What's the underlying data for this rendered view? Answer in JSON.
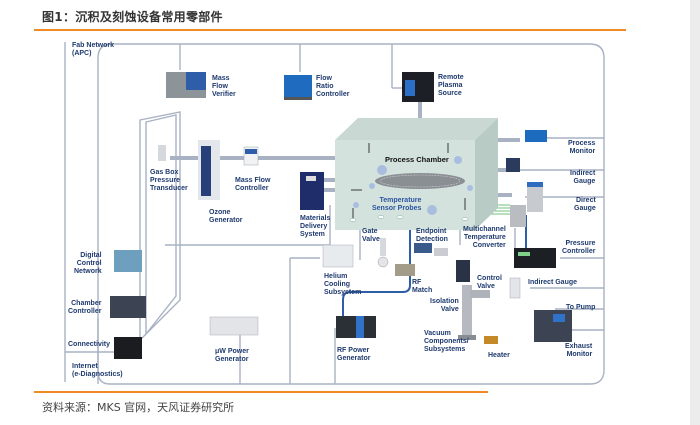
{
  "figure": {
    "title": "图1：沉积及刻蚀设备常用零部件",
    "source": "资料来源：MKS 官网，天风证券研究所",
    "accent_color": "#f08a24",
    "label_color": "#1f3a6e"
  },
  "diagram": {
    "chamber_title": "Process Chamber",
    "sensor_label": "Temperature\nSensor Probes",
    "components": {
      "fab_network": "Fab Network\n(APC)",
      "mass_flow_verifier": "Mass\nFlow\nVerifier",
      "flow_ratio_controller": "Flow\nRatio\nController",
      "remote_plasma_source": "Remote\nPlasma\nSource",
      "gas_box_pressure_transducer": "Gas Box\nPressure\nTransducer",
      "mass_flow_controller": "Mass Flow\nController",
      "ozone_generator": "Ozone\nGenerator",
      "materials_delivery_system": "Materials\nDelivery\nSystem",
      "process_monitor": "Process\nMonitor",
      "indirect_gauge_top": "Indirect\nGauge",
      "direct_gauge": "Direct\nGauge",
      "multichannel_temperature_converter": "Multichannel\nTemperature\nConverter",
      "pressure_controller": "Pressure\nController",
      "gate_valve": "Gate\nValve",
      "endpoint_detection": "Endpoint\nDetection",
      "helium_cooling_subsystem": "Helium\nCooling\nSubsystem",
      "rf_match": "RF\nMatch",
      "control_valve": "Control\nValve",
      "isolation_valve": "Isolation\nValve",
      "indirect_gauge_bottom": "Indirect Gauge",
      "to_pump": "To Pump",
      "vacuum_components": "Vacuum\nComponents/\nSubsystems",
      "heater": "Heater",
      "exhaust_monitor": "Exhaust\nMonitor",
      "rf_power_generator": "RF Power\nGenerator",
      "uw_power_generator": "μW Power\nGenerator",
      "digital_control_network": "Digital\nControl\nNetwork",
      "chamber_controller": "Chamber\nController",
      "connectivity": "Connectivity",
      "internet": "Internet\n(e-Diagnostics)"
    }
  }
}
